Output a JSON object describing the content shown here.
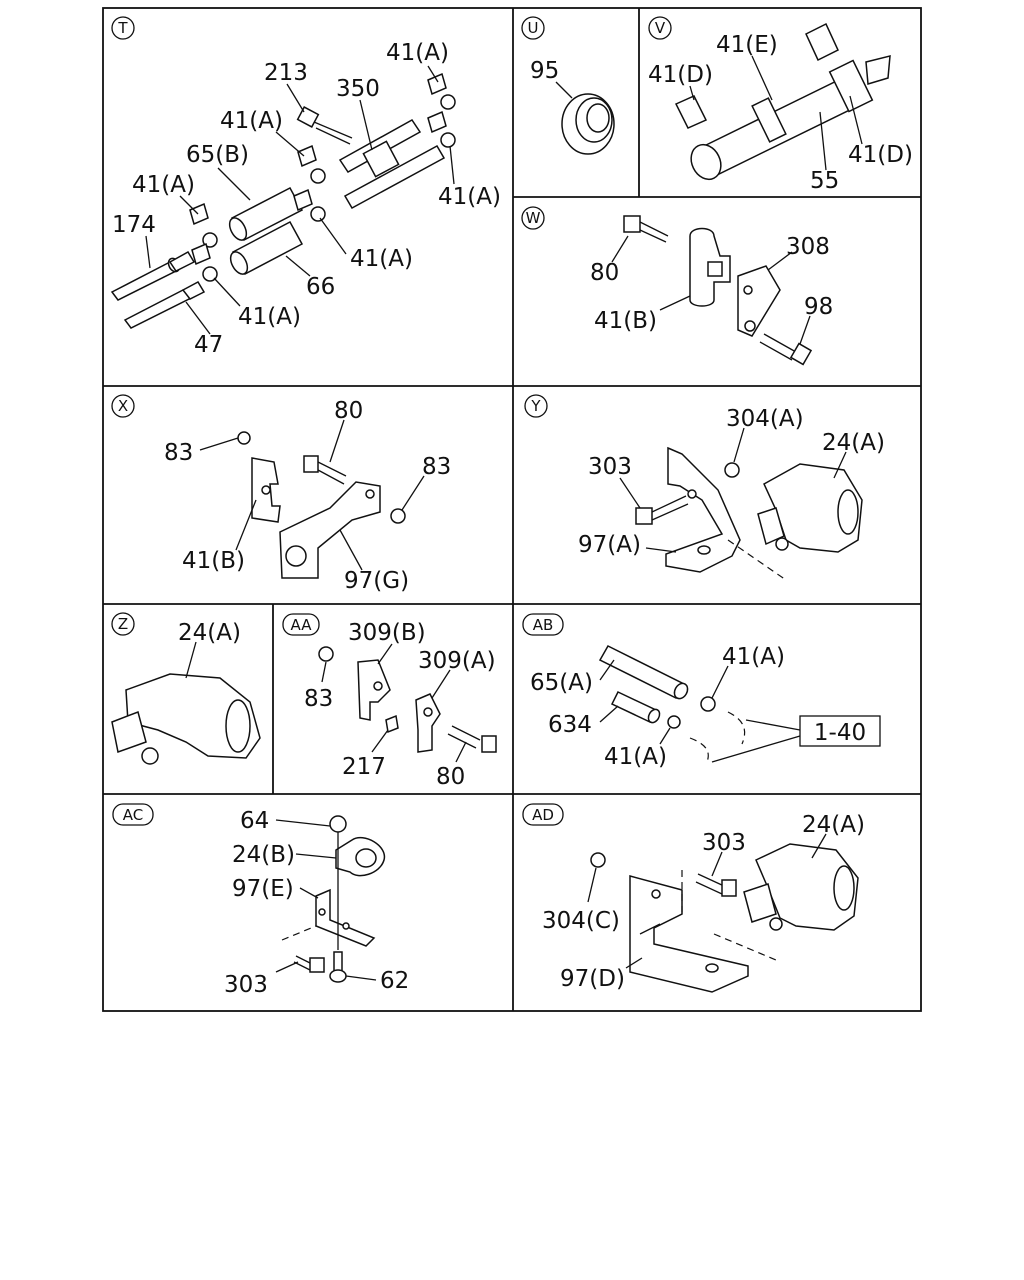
{
  "panels": {
    "T": {
      "tag": "T",
      "labels": [
        "213",
        "350",
        "41(A)",
        "41(A)",
        "65(B)",
        "41(A)",
        "41(A)",
        "174",
        "41(A)",
        "66",
        "41(A)",
        "47"
      ]
    },
    "U": {
      "tag": "U",
      "labels": [
        "95"
      ]
    },
    "V": {
      "tag": "V",
      "labels": [
        "41(E)",
        "41(D)",
        "41(D)",
        "55"
      ]
    },
    "W": {
      "tag": "W",
      "labels": [
        "80",
        "308",
        "41(B)",
        "98"
      ]
    },
    "X": {
      "tag": "X",
      "labels": [
        "80",
        "83",
        "83",
        "41(B)",
        "97(G)"
      ]
    },
    "Y": {
      "tag": "Y",
      "labels": [
        "304(A)",
        "24(A)",
        "303",
        "97(A)"
      ]
    },
    "Z": {
      "tag": "Z",
      "labels": [
        "24(A)"
      ]
    },
    "AA": {
      "tag": "AA",
      "labels": [
        "309(B)",
        "309(A)",
        "83",
        "217",
        "80"
      ]
    },
    "AB": {
      "tag": "AB",
      "labels": [
        "41(A)",
        "65(A)",
        "634",
        "41(A)",
        "1-40"
      ]
    },
    "AC": {
      "tag": "AC",
      "labels": [
        "64",
        "24(B)",
        "97(E)",
        "303",
        "62"
      ]
    },
    "AD": {
      "tag": "AD",
      "labels": [
        "303",
        "24(A)",
        "304(C)",
        "97(D)"
      ]
    }
  }
}
